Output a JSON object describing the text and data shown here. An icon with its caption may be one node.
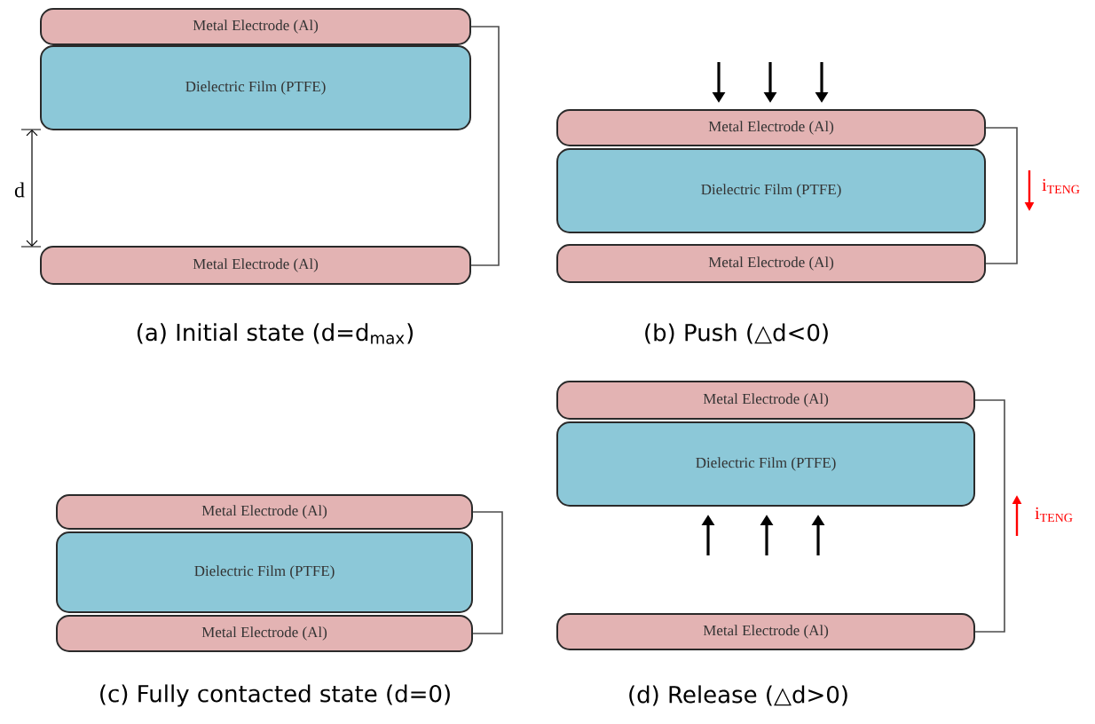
{
  "diagram": {
    "nodes": [
      {
        "text": [
          "Metal Electrode (Al)"
        ]
      },
      {
        "text": [
          "Dielectric Film (PTFE)"
        ]
      },
      {
        "text": [
          "Metal Electrode (Al)"
        ]
      },
      {
        "text": [
          "Metal Electrode (Al)"
        ]
      },
      {
        "text": [
          "Dielectric Film (PTFE)"
        ]
      },
      {
        "text": [
          "Metal Electrode (Al)"
        ]
      },
      {
        "text": [
          "Metal Electrode (Al)"
        ]
      },
      {
        "text": [
          "Dielectric Film (PTFE)"
        ]
      },
      {
        "text": [
          "Metal Electrode (Al)"
        ]
      },
      {
        "text": [
          "Metal Electrode (Al)"
        ]
      },
      {
        "text": [
          "Dielectric Film (PTFE)"
        ]
      },
      {
        "text": [
          "Metal Electrode (Al)"
        ]
      }
    ],
    "edges": [
      {
        "from": 0,
        "to": 2,
        "arrow": "none"
      },
      {
        "from": 3,
        "to": 5,
        "arrow": "none"
      },
      {
        "from": 6,
        "to": 8,
        "arrow": "none"
      },
      {
        "from": 9,
        "to": 11,
        "arrow": "none"
      }
    ],
    "labels": [
      "d",
      "(a) Initial state (d=d$_{max}$)",
      "i$_{TENG}$",
      "(b) Push (△d<0)",
      "(c) Fully contacted state (d=0)",
      "i$_{TENG}$",
      "(d) Release (△d>0)"
    ]
  }
}
